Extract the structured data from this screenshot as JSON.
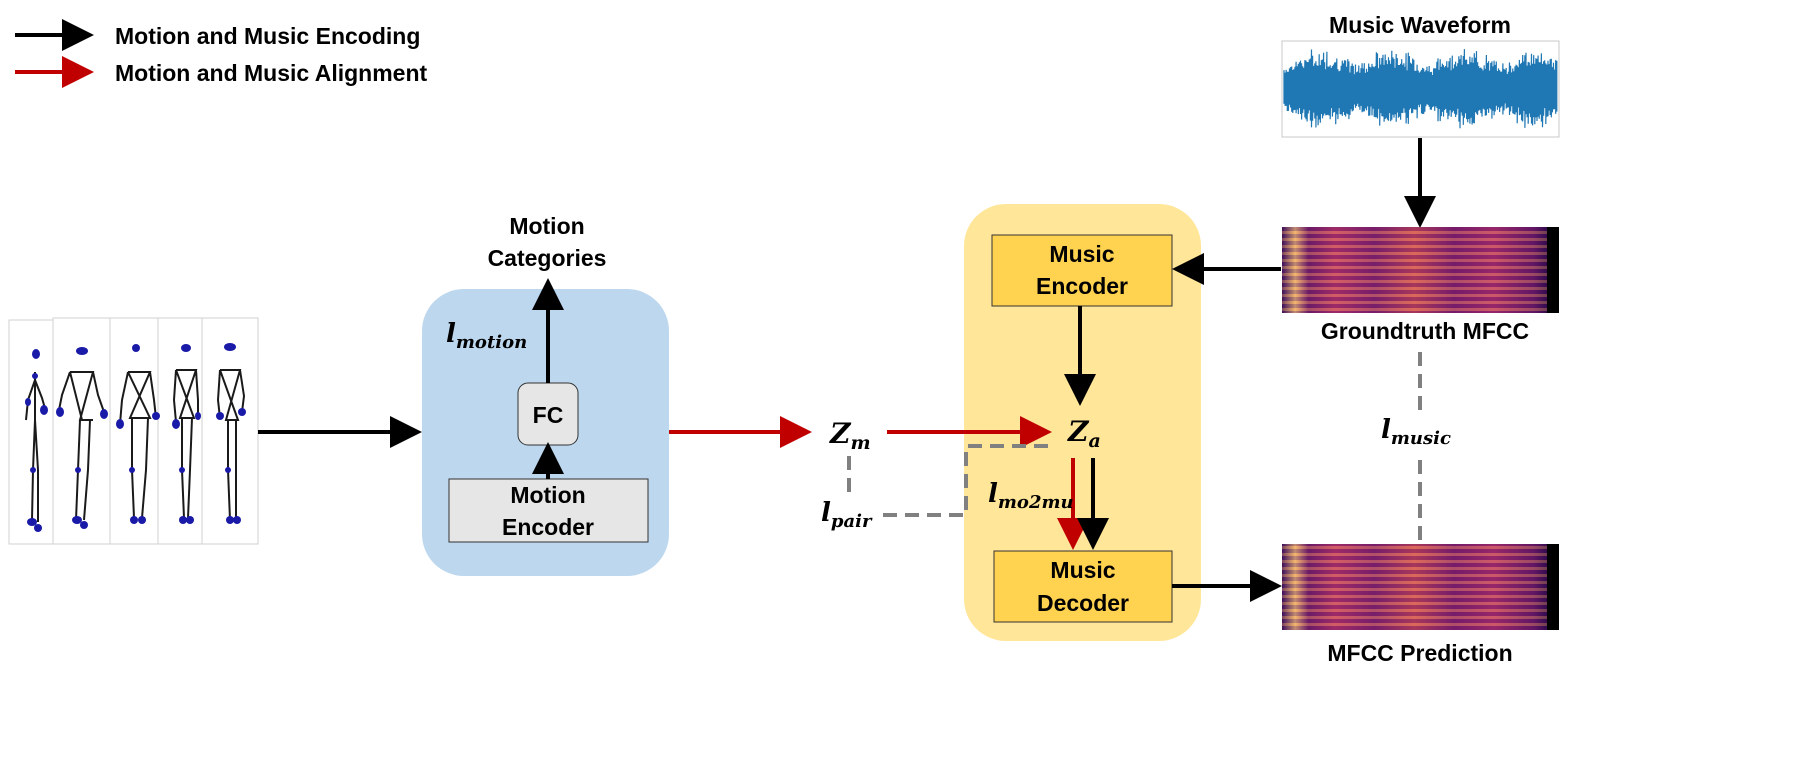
{
  "legend": {
    "encoding": {
      "label": "Motion and Music Encoding",
      "color": "#000000"
    },
    "alignment": {
      "label": "Motion and Music Alignment",
      "color": "#c00000"
    }
  },
  "motion_branch": {
    "output_label_line1": "Motion",
    "output_label_line2": "Categories",
    "fc_label": "FC",
    "encoder_line1": "Motion",
    "encoder_line2": "Encoder",
    "loss": {
      "base": "l",
      "sub": "motion"
    },
    "panel_color": "#bdd7ee",
    "block_color": "#e7e6e6"
  },
  "latents": {
    "motion": {
      "base": "Z",
      "sub": "m"
    },
    "music": {
      "base": "Z",
      "sub": "a"
    },
    "pair_loss": {
      "base": "l",
      "sub": "pair"
    },
    "mo2mu_loss": {
      "base": "l",
      "sub": "mo2mu"
    }
  },
  "music_branch": {
    "encoder_line1": "Music",
    "encoder_line2": "Encoder",
    "decoder_line1": "Music",
    "decoder_line2": "Decoder",
    "panel_color": "#ffe699",
    "block_color": "#ffd24f"
  },
  "waveform": {
    "title": "Music Waveform",
    "color": "#1f77b4"
  },
  "gt_mfcc": {
    "title": "Groundtruth MFCC"
  },
  "pred_mfcc": {
    "title": "MFCC Prediction"
  },
  "music_loss": {
    "base": "l",
    "sub": "music"
  },
  "colors": {
    "encode_arrow": "#000000",
    "align_arrow": "#c00000",
    "loss_dash": "#808080"
  }
}
